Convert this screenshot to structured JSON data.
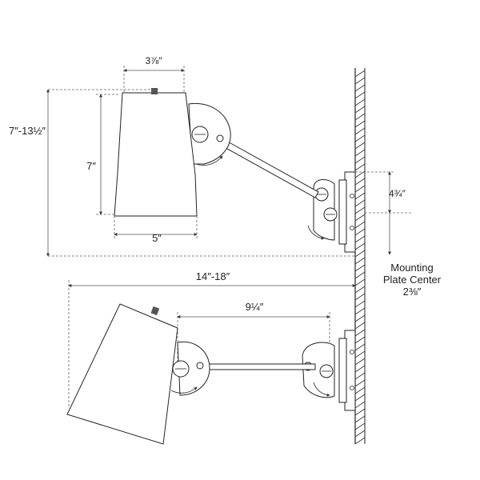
{
  "top_view": {
    "dim_top_width": "3⅞″",
    "dim_overall_height": "7″-13½″",
    "dim_shade_height": "7″",
    "dim_shade_width": "5″",
    "dim_plate_height": "4¾″"
  },
  "mounting_label": {
    "line1": "Mounting",
    "line2": "Plate Center",
    "line3": "2⅜″"
  },
  "bottom_view": {
    "dim_overall_extension": "14″-18″",
    "dim_arm_length": "9¼″"
  }
}
